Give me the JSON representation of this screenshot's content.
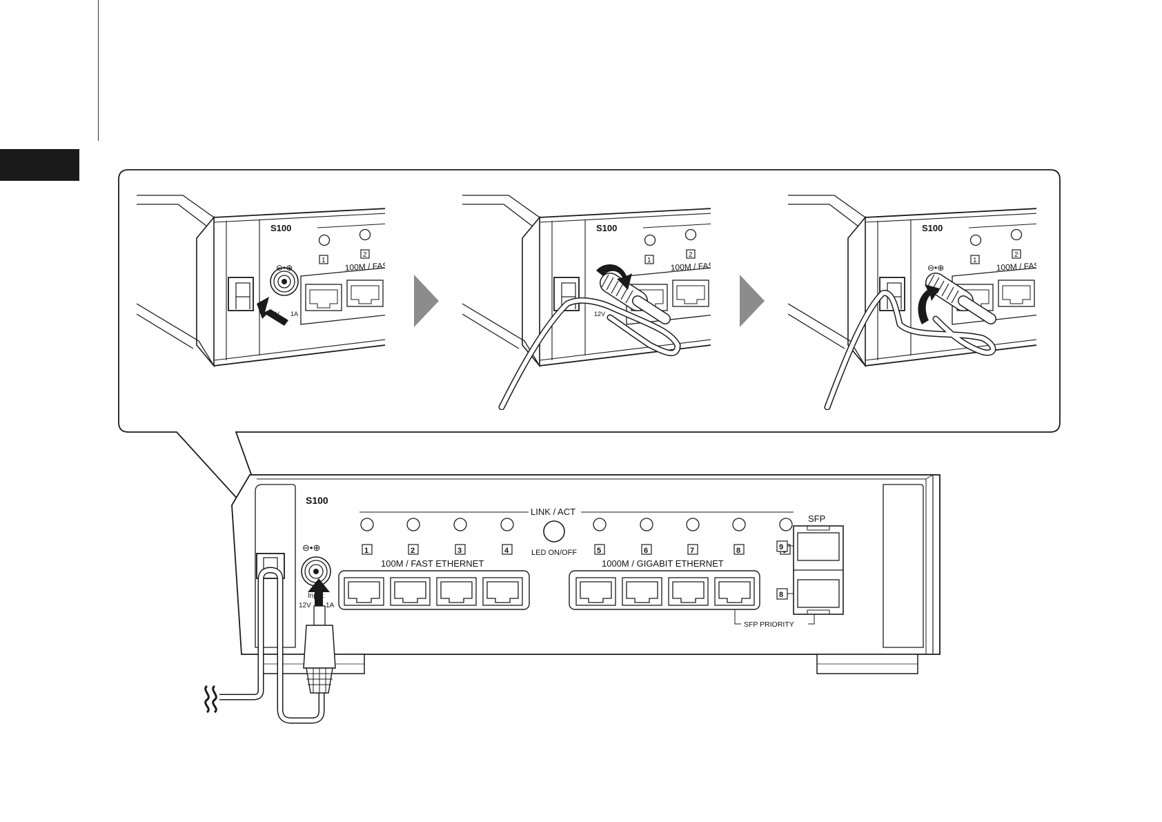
{
  "device": {
    "model": "S100",
    "link_act_label": "LINK / ACT",
    "led_button_label": "LED ON/OFF",
    "fast_ethernet_label": "100M / FAST ETHERNET",
    "fast_ethernet_label_short": "100M / FAST",
    "gigabit_ethernet_label": "1000M / GIGABIT ETHERNET",
    "sfp_label": "SFP",
    "sfp_priority_label": "SFP PRIORITY",
    "polarity_symbol": "⊖•⊕",
    "power_input_label": "Input:",
    "power_voltage": "12V",
    "power_current": "1A",
    "port_numbers": [
      "1",
      "2",
      "3",
      "4",
      "5",
      "6",
      "7",
      "8",
      "9"
    ],
    "sfp_port_numbers": [
      "9",
      "8"
    ]
  },
  "steps": [
    {
      "index": 1,
      "action": "insert-cable-into-clip"
    },
    {
      "index": 2,
      "action": "connect-dc-plug-and-route-cable"
    },
    {
      "index": 3,
      "action": "secure-cable"
    }
  ],
  "icons": {
    "step_arrow": "chevron-right-icon",
    "insert_arrow": "arrow-icon",
    "ac_symbol": "ac-wave-icon"
  },
  "colors": {
    "line": "#1a1a1a",
    "step_arrow": "#8c8c8c",
    "side_tab": "#1a1a1a",
    "background": "#ffffff"
  }
}
